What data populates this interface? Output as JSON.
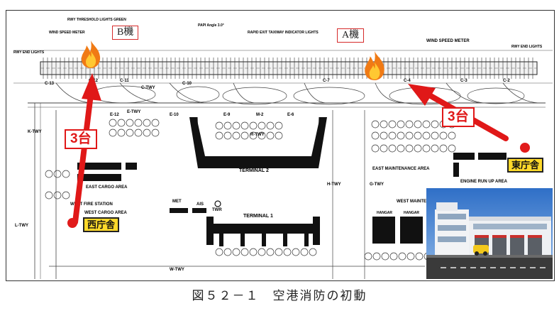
{
  "aircraft": {
    "b": "B機",
    "a": "A機"
  },
  "vehicle_counts": {
    "west": "3台",
    "east": "3台"
  },
  "offices": {
    "west": "西庁舎",
    "east": "東庁舎"
  },
  "map_labels": {
    "rwy_threshold": "RWY THRESHOLD LIGHTS GREEN",
    "wind_speed_meter_w": "WIND SPEED METER",
    "papi": "PAPI Angle 3.0°",
    "rapid_exit": "RAPID EXIT TAXIWAY INDICATOR LIGHTS",
    "wind_speed_meter_e": "WIND SPEED METER",
    "rwy_end_lights_w": "RWY END LIGHTS",
    "rwy_end_lights_e": "RWY END LIGHTS",
    "terminal2": "TERMINAL 2",
    "terminal1": "TERMINAL 1",
    "east_cargo": "EAST CARGO AREA",
    "west_fire": "WEST FIRE STATION",
    "west_cargo": "WEST CARGO AREA",
    "east_maint": "EAST MAINTENANCE AREA",
    "engine_runup": "ENGINE RUN UP AREA",
    "west_maint": "WEST MAINTEN",
    "hangar1": "HANGAR",
    "hangar2": "HANGAR",
    "met": "MET",
    "ais": "AIS",
    "twr": "TWR",
    "r_twy": "R-TWY",
    "e_twy": "E-TWY",
    "h_twy": "H-TWY",
    "g_twy": "G-TWY",
    "k_twy": "K-TWY",
    "c_twy": "C-TWY",
    "w_twy": "W-TWY",
    "c13": "C-13",
    "c12": "C-12",
    "c11": "C-11",
    "c10": "C-10",
    "c7": "C-7",
    "c4": "C-4",
    "c3": "C-3",
    "e12": "E-12",
    "e10": "E-10",
    "e9": "E-9",
    "m2": "M-2",
    "e6": "E-6",
    "c2": "C-2",
    "l_twy": "L-TWY"
  },
  "caption": "図５２－１　空港消防の初動"
}
